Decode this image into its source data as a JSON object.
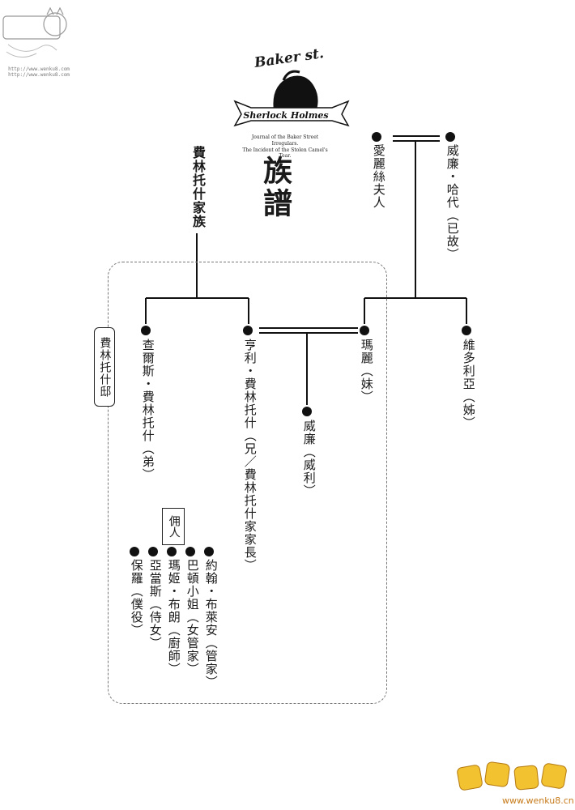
{
  "logo": {
    "top_text": "Baker st.",
    "banner_text": "Sherlock Holmes",
    "subtitle_lines": [
      "Journal of the Baker Street Irregulars.",
      "The Incident of the Stolen Camel's Tear."
    ]
  },
  "title": "族譜",
  "family_label": "費林托什家族",
  "house_label": "費林托什邸",
  "servants_label": "佣人",
  "people": {
    "alice": "愛麗絲夫人",
    "william_harden": "威廉・哈代（已故）",
    "charles": "查爾斯・費林托什（弟）",
    "henry": "亨利・費林托什（兄／費林托什家家長）",
    "mary": "瑪麗（妹）",
    "victoria": "維多利亞（姊）",
    "willie": "威廉（威利）"
  },
  "servants": [
    "約翰・布萊安（管家）",
    "巴頓小姐（女管家）",
    "瑪姬・布朗（廚師）",
    "亞當斯（侍女）",
    "保羅（僕役）"
  ],
  "watermarks": {
    "top_left": [
      "http://www.wenku8.com",
      "http://www.wenku8.com"
    ],
    "bottom_right": "www.wenku8.cn"
  },
  "colors": {
    "ink": "#111111",
    "dashed_box": "#777777",
    "watermark": "#c77b1a"
  }
}
